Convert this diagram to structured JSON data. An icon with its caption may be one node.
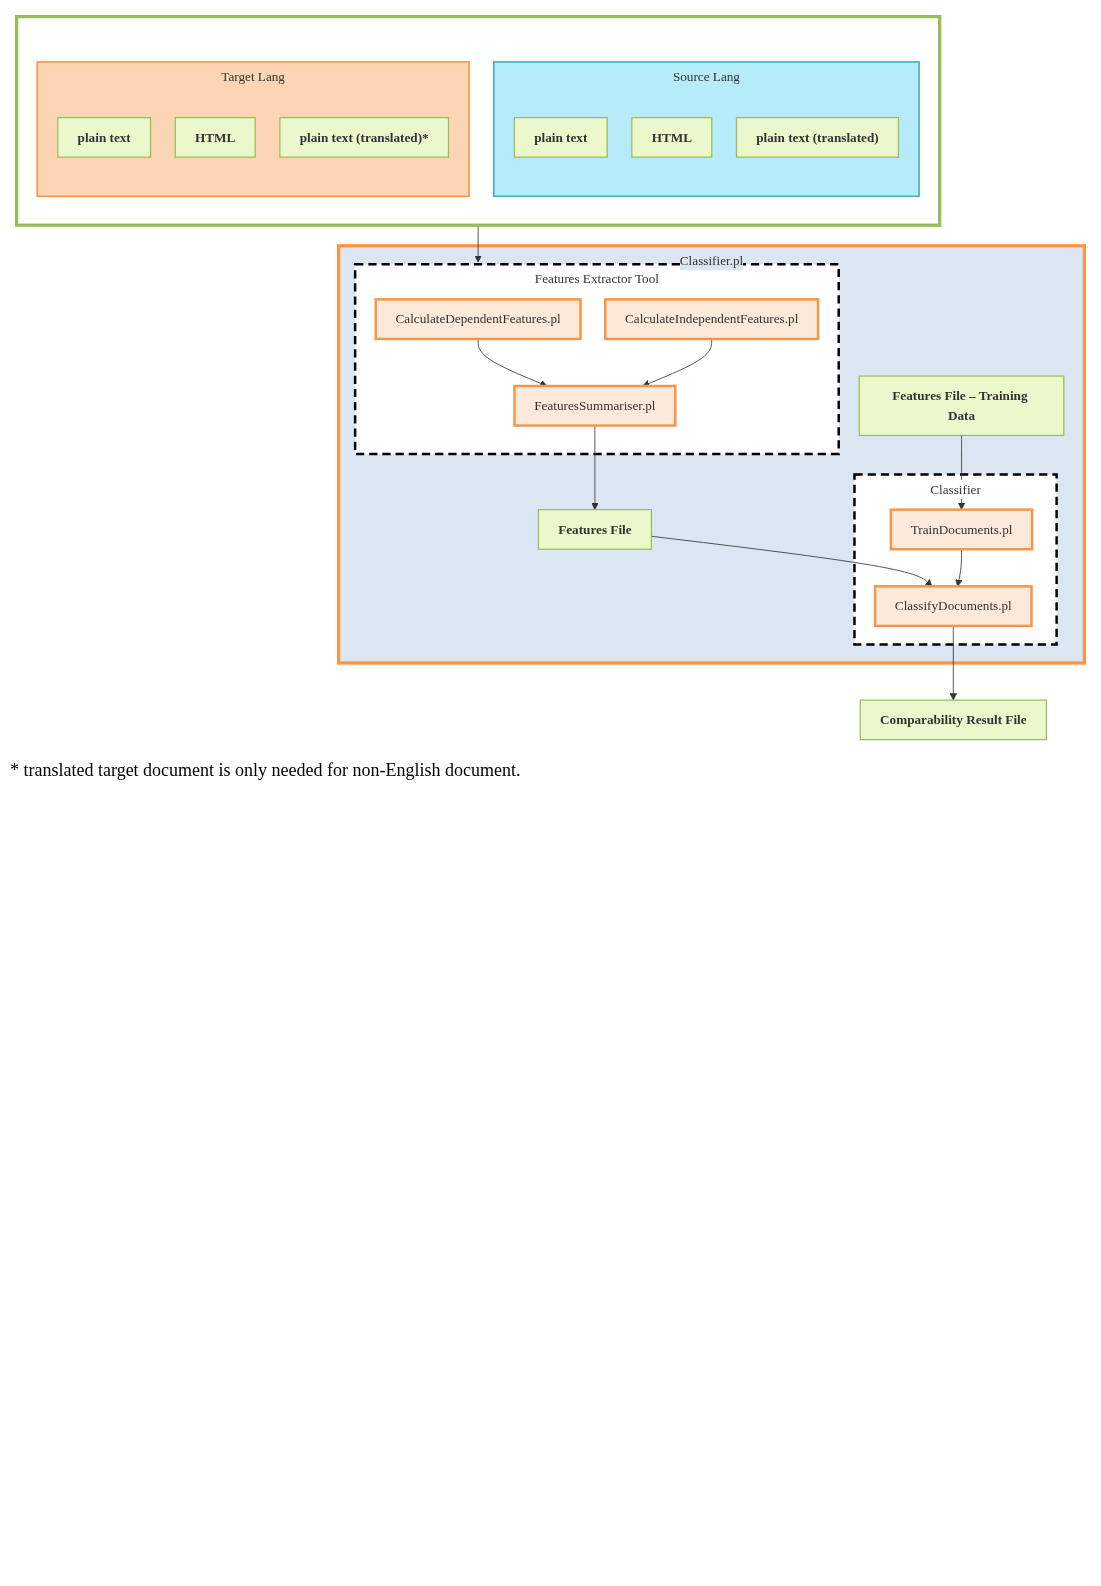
{
  "diagram": {
    "nodes": [
      {
        "text": [],
        "shape": "box"
      },
      {
        "text": [
          "Source Lang"
        ],
        "in": 0
      },
      {
        "text": [
          "plain text"
        ],
        "in": 1
      },
      {
        "text": [
          "HTML"
        ],
        "in": 1
      },
      {
        "text": [
          "plain text (translated)"
        ],
        "in": 1
      },
      {
        "text": [
          "Target Lang"
        ],
        "in": 0
      },
      {
        "text": [
          "plain text"
        ],
        "in": 5
      },
      {
        "text": [
          "HTML"
        ],
        "in": 5
      },
      {
        "text": [
          "plain text (translated)*"
        ],
        "in": 5
      },
      {
        "text": [
          "Classifier.pl"
        ]
      },
      {
        "text": [
          "Features Extractor Tool"
        ],
        "in": 9
      },
      {
        "text": [
          "CalculateDependentFeatures.pl"
        ],
        "in": 10
      },
      {
        "text": [
          "CalculateIndependentFeatures.pl"
        ],
        "in": 10
      },
      {
        "text": [
          "FeaturesSummariser.pl"
        ],
        "in": 10
      },
      {
        "text": [
          "Features File – Training Data"
        ],
        "in": 9
      },
      {
        "text": [
          "Features File"
        ],
        "in": 9
      },
      {
        "text": [
          "Classifier"
        ],
        "in": 9
      },
      {
        "text": [
          "TrainDocuments.pl"
        ],
        "in": 16
      },
      {
        "text": [
          "ClassifyDocuments.pl"
        ],
        "in": 16
      },
      {
        "text": [
          "Comparability Result File"
        ]
      }
    ],
    "edges": [
      {
        "from": 0,
        "to": 10,
        "arrow": "to"
      },
      {
        "from": 11,
        "to": 13,
        "arrow": "to"
      },
      {
        "from": 12,
        "to": 13,
        "arrow": "to"
      },
      {
        "from": 13,
        "to": 15,
        "arrow": "to"
      },
      {
        "from": 14,
        "to": 17,
        "arrow": "to"
      },
      {
        "from": 15,
        "to": 18,
        "arrow": "to"
      },
      {
        "from": 17,
        "to": 18,
        "arrow": "to"
      },
      {
        "from": 18,
        "to": 19,
        "arrow": "to"
      }
    ],
    "labels": [
      "* translated target document is only needed for non-English document."
    ]
  }
}
